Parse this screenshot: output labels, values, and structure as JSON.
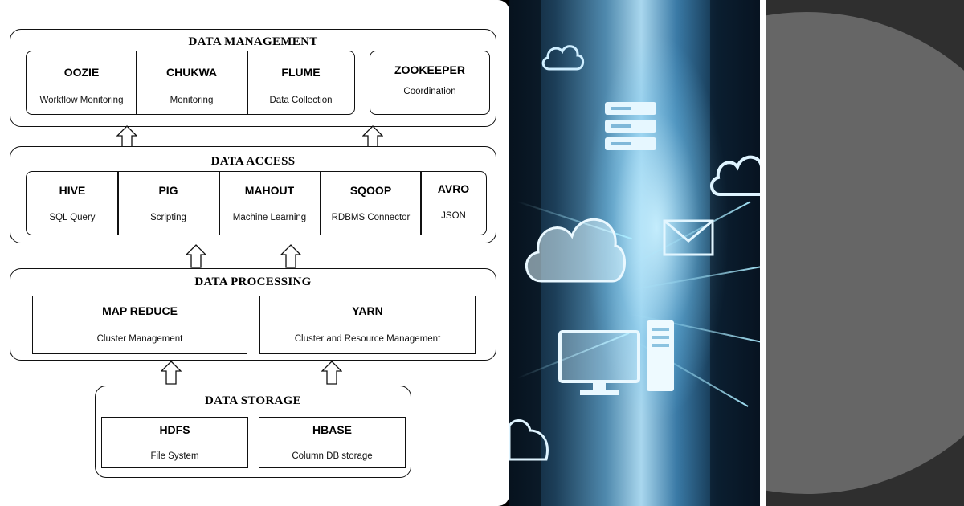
{
  "layers": {
    "management": {
      "title": "DATA MANAGEMENT",
      "components": [
        {
          "name": "OOZIE",
          "desc": "Workflow Monitoring"
        },
        {
          "name": "CHUKWA",
          "desc": "Monitoring"
        },
        {
          "name": "FLUME",
          "desc": "Data Collection"
        }
      ],
      "side_component": {
        "name": "ZOOKEEPER",
        "desc": "Coordination"
      }
    },
    "access": {
      "title": "DATA ACCESS",
      "components": [
        {
          "name": "HIVE",
          "desc": "SQL Query"
        },
        {
          "name": "PIG",
          "desc": "Scripting"
        },
        {
          "name": "MAHOUT",
          "desc": "Machine Learning"
        },
        {
          "name": "SQOOP",
          "desc": "RDBMS Connector"
        },
        {
          "name": "AVRO",
          "desc": "JSON"
        }
      ]
    },
    "processing": {
      "title": "DATA PROCESSING",
      "components": [
        {
          "name": "MAP REDUCE",
          "desc": "Cluster Management"
        },
        {
          "name": "YARN",
          "desc": "Cluster and Resource Management"
        }
      ]
    },
    "storage": {
      "title": "DATA STORAGE",
      "components": [
        {
          "name": "HDFS",
          "desc": "File System"
        },
        {
          "name": "HBASE",
          "desc": "Column DB storage"
        }
      ]
    }
  },
  "photo_icons": [
    "cloud-icon",
    "server-stack-icon",
    "envelope-icon",
    "monitor-icon",
    "tower-server-icon"
  ],
  "colors": {
    "photo_glow": "#a9d7ee",
    "dark_panel": "#2f2f2f",
    "dark_disc": "#666666"
  }
}
